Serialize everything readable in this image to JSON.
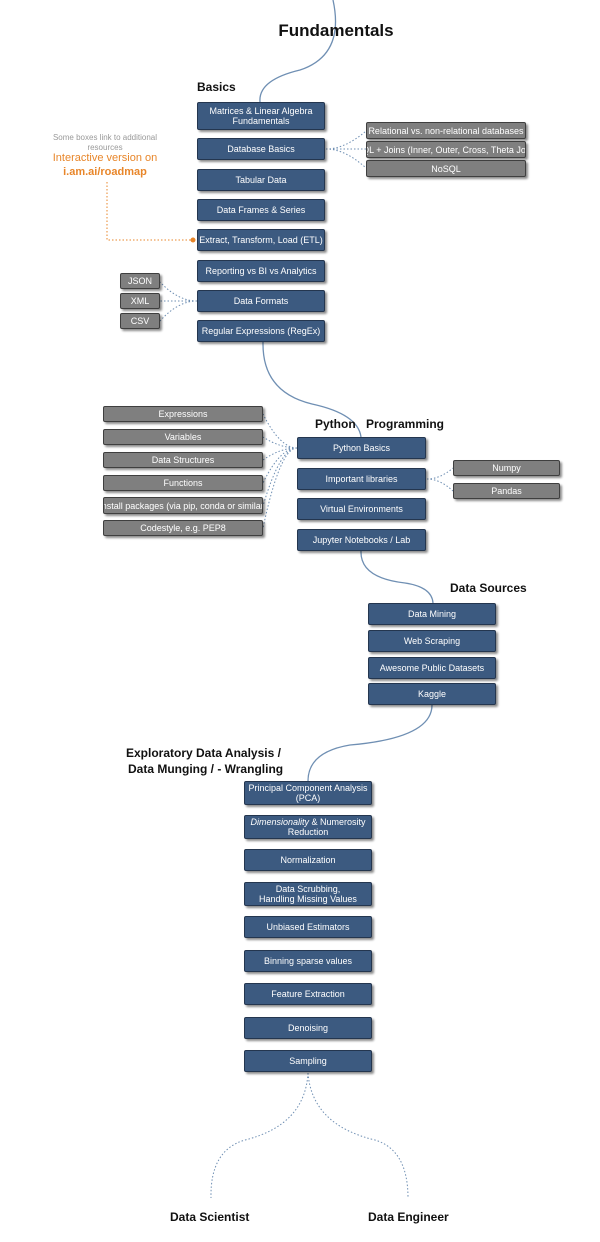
{
  "titles": {
    "fundamentals": "Fundamentals",
    "basics": "Basics",
    "python_a": "Python",
    "python_b": "Programming",
    "data_sources": "Data Sources",
    "eda_line1": "Exploratory Data Analysis /",
    "eda_line2": "Data Munging / - Wrangling",
    "data_scientist": "Data Scientist",
    "data_engineer": "Data Engineer"
  },
  "note": {
    "line1": "Some boxes link to additional",
    "line2": "resources",
    "interactive": "Interactive version on",
    "url": "i.am.ai/roadmap"
  },
  "basics": {
    "matrices_l1": "Matrices & Linear Algebra",
    "matrices_l2": "Fundamentals",
    "database": "Database Basics",
    "tabular": "Tabular Data",
    "dataframes": "Data Frames & Series",
    "etl": "Extract, Transform, Load (ETL)",
    "reporting": "Reporting vs BI vs Analytics",
    "formats": "Data Formats",
    "regex": "Regular Expressions (RegEx)"
  },
  "database_sub": {
    "relational": "Relational vs. non-relational databases",
    "joins": "SQL + Joins (Inner, Outer, Cross, Theta Join)",
    "nosql": "NoSQL"
  },
  "formats_sub": {
    "json": "JSON",
    "xml": "XML",
    "csv": "CSV"
  },
  "python": {
    "basics": "Python Basics",
    "libraries": "Important libraries",
    "venv": "Virtual Environments",
    "jupyter": "Jupyter Notebooks / Lab"
  },
  "python_sub": {
    "expressions": "Expressions",
    "variables": "Variables",
    "structures": "Data Structures",
    "functions": "Functions",
    "install": "Install packages (via pip, conda or similar)",
    "codestyle": "Codestyle, e.g. PEP8"
  },
  "libraries_sub": {
    "numpy": "Numpy",
    "pandas": "Pandas"
  },
  "sources": {
    "mining": "Data Mining",
    "scraping": "Web Scraping",
    "public": "Awesome Public Datasets",
    "kaggle": "Kaggle"
  },
  "eda": {
    "pca_l1": "Principal Component Analysis",
    "pca_l2": "(PCA)",
    "dim_italic": "Dimensionality",
    "dim_rest": " & Numerosity",
    "dim_l2": "Reduction",
    "normalization": "Normalization",
    "scrub_l1": "Data Scrubbing,",
    "scrub_l2": "Handling Missing Values",
    "unbiased": "Unbiased Estimators",
    "binning": "Binning sparse values",
    "feature": "Feature Extraction",
    "denoising": "Denoising",
    "sampling": "Sampling"
  },
  "colors": {
    "box_blue": "#3c5a80",
    "box_gray": "#7f7f7f",
    "connector": "#6f8fb3",
    "accent_orange": "#e8862a"
  }
}
